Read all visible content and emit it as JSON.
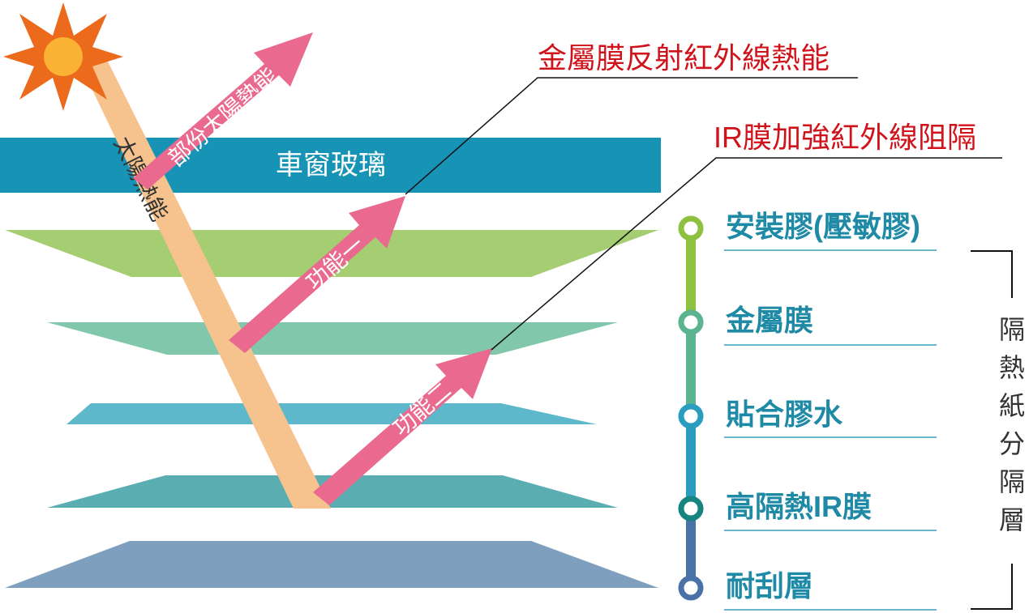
{
  "glass_label": "車窗玻璃",
  "sun_ray_label": "太陽熱能",
  "reflected_label": "部份太陽熱能",
  "function_one": "功能一",
  "function_two": "功能二",
  "callouts": [
    {
      "text": "金屬膜反射紅外線熱能",
      "color": "#d0121b"
    },
    {
      "text": "IR膜加強紅外線阻隔",
      "color": "#d0121b"
    }
  ],
  "layers": [
    {
      "label": "安裝膠(壓敏膠)",
      "color": "#8dc13f"
    },
    {
      "label": "金屬膜",
      "color": "#5cb38f"
    },
    {
      "label": "貼合膠水",
      "color": "#2a9cbf"
    },
    {
      "label": "高隔熱IR膜",
      "color": "#17847f"
    },
    {
      "label": "耐刮層",
      "color": "#4b72a6"
    }
  ],
  "bracket_text": [
    "隔",
    "熱",
    "紙",
    "分",
    "隔",
    "層"
  ],
  "colors": {
    "glass": "#1793b5",
    "label_text": "#1f8aa6",
    "ray": "#f6c38e",
    "arrow": "#ea6a8f",
    "sun_outer": "#ec6a1b",
    "sun_inner": "#f9b233"
  }
}
